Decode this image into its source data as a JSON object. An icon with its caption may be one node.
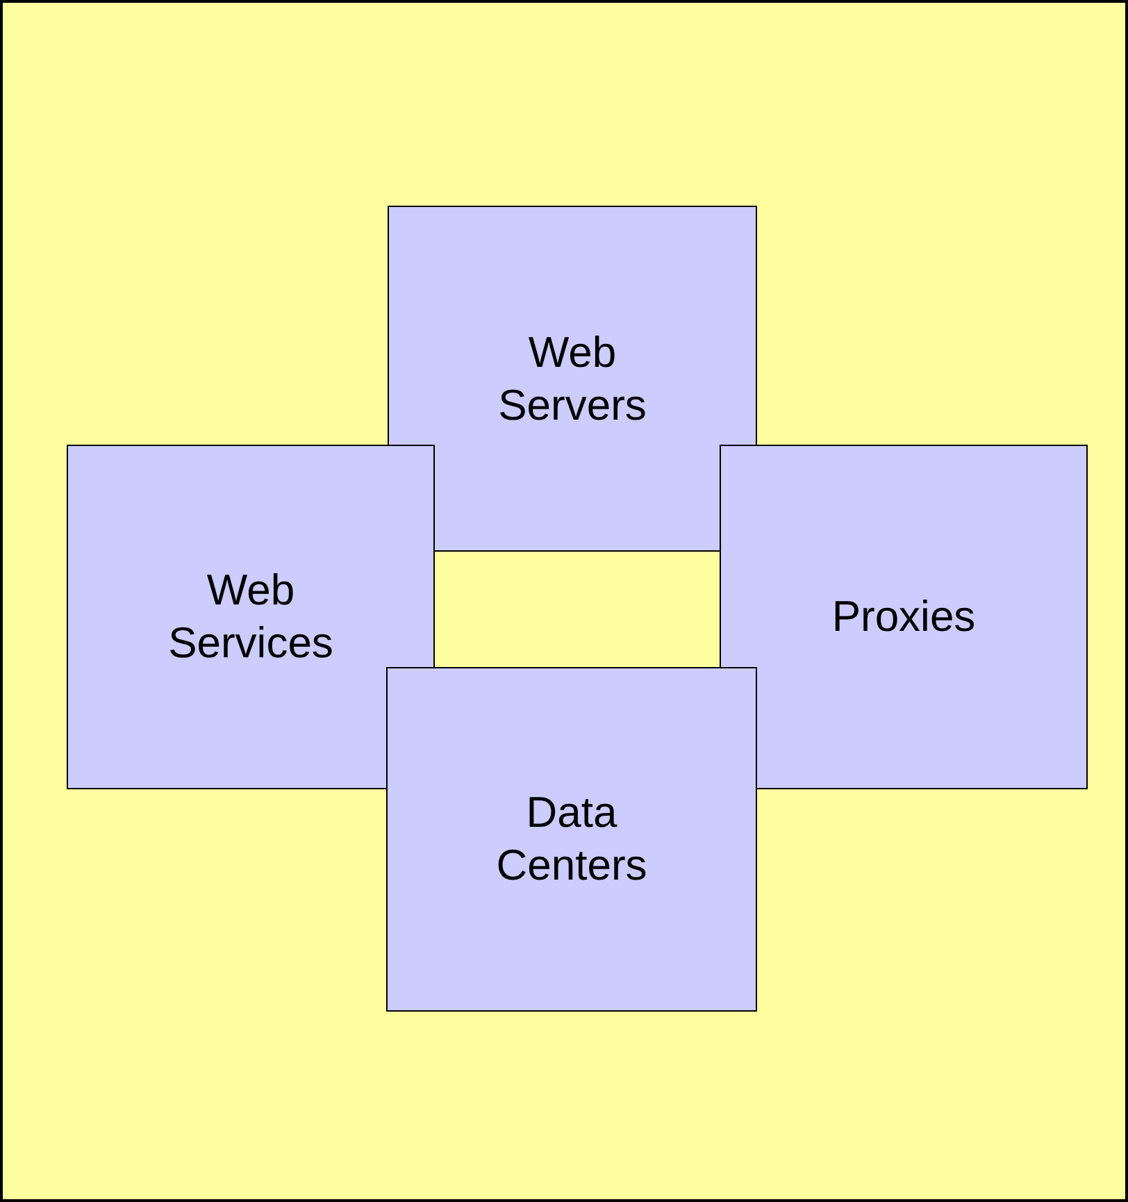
{
  "diagram": {
    "nodes": [
      {
        "text": [
          "Web Servers"
        ]
      },
      {
        "text": [
          "Web Services"
        ]
      },
      {
        "text": [
          "Proxies"
        ]
      },
      {
        "text": [
          "Data Centers"
        ]
      }
    ]
  }
}
